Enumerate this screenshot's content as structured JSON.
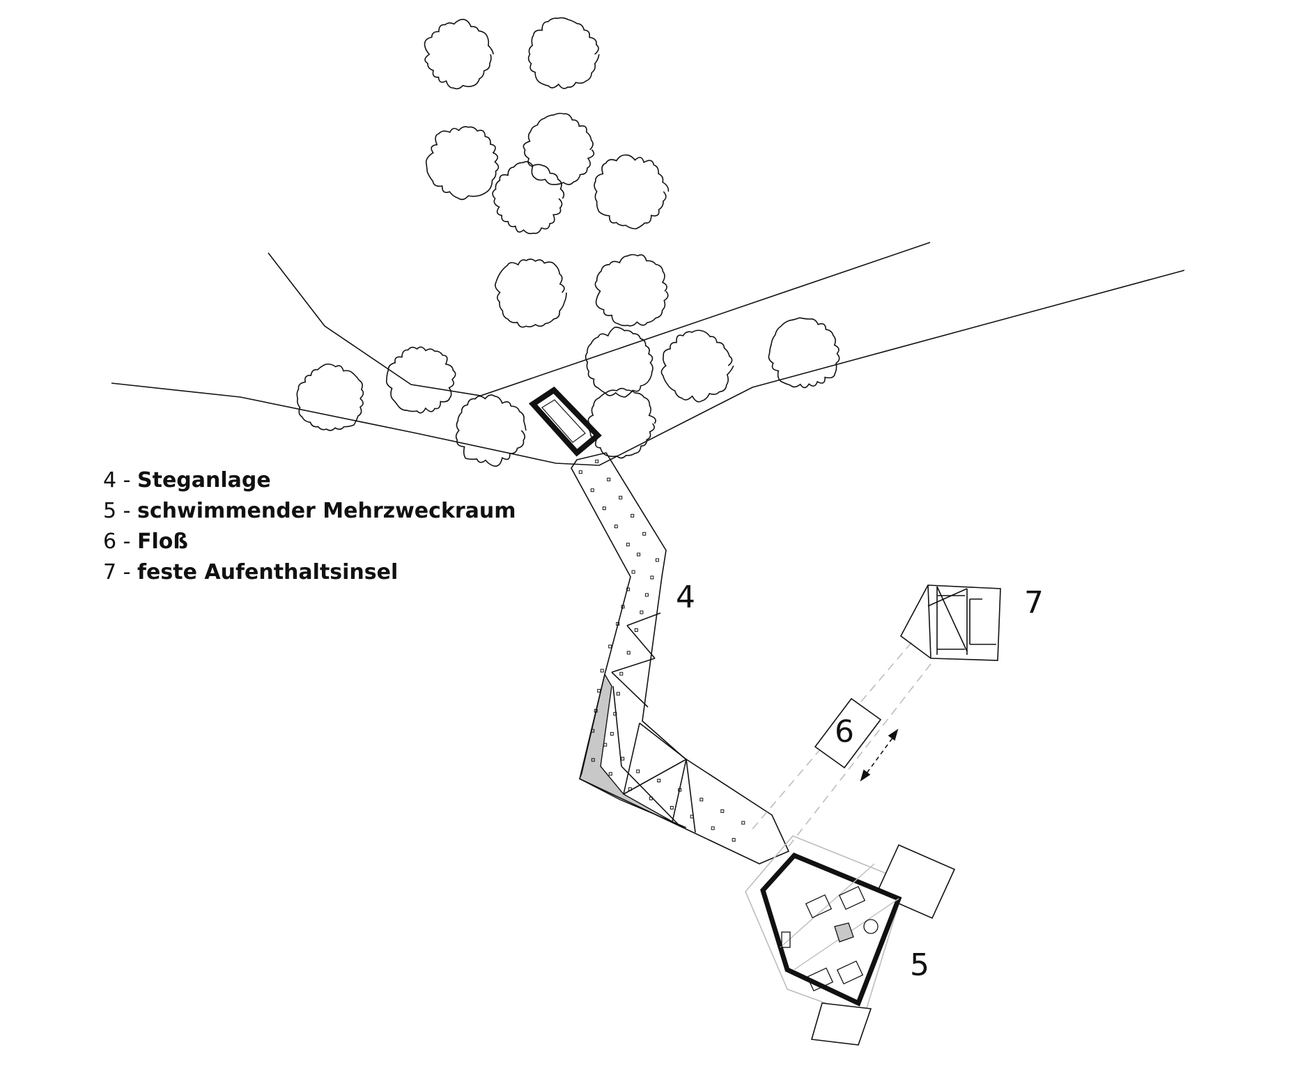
{
  "legend": {
    "items": [
      {
        "num": "4",
        "sep": " - ",
        "label": "Steganlage"
      },
      {
        "num": "5",
        "sep": " - ",
        "label": "schwimmender Mehrzweckraum"
      },
      {
        "num": "6",
        "sep": " - ",
        "label": "Floß"
      },
      {
        "num": "7",
        "sep": " - ",
        "label": "feste Aufenthaltsinsel"
      }
    ]
  },
  "labels": {
    "steg": "4",
    "raum": "5",
    "floss": "6",
    "insel": "7"
  },
  "colors": {
    "ink": "#111111",
    "hatch": "#c8c8c8",
    "ghost": "#bdbdbd"
  }
}
